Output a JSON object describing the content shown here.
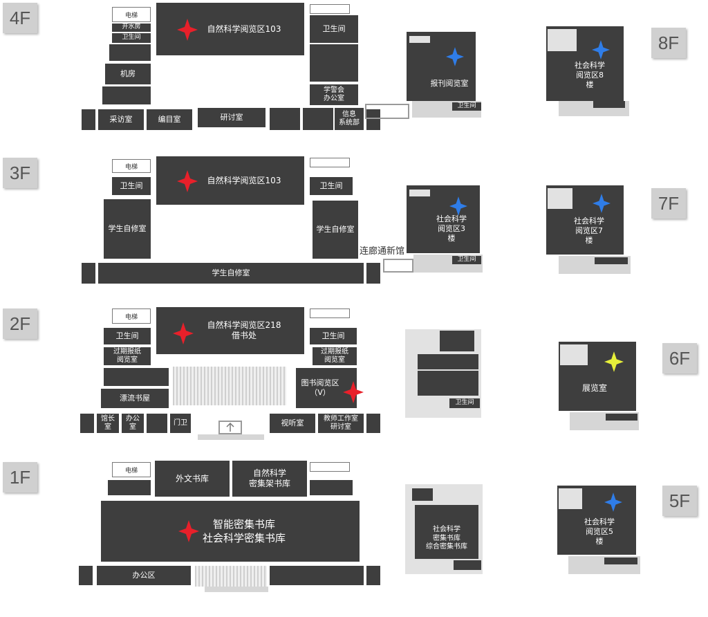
{
  "floors": {
    "f4": {
      "tag": "4F",
      "reading_room": "自然科学阅览区103",
      "stairs": "电梯",
      "fire": "开水房",
      "toilet_small": "卫生间",
      "toilet_right": "卫生间",
      "machine": "机房",
      "interview": "采访室",
      "catalog": "编目室",
      "seminar": "研讨室",
      "union": "学警会\n办公室",
      "info": "信息\n系统部"
    },
    "f3": {
      "tag": "3F",
      "reading_room": "自然科学阅览区103",
      "stairs": "电梯",
      "toilet_left": "卫生间",
      "toilet_right": "卫生间",
      "study_left": "学生自修室",
      "study_right": "学生自修室",
      "study_bottom": "学生自修室",
      "corridor": "连廊通新馆"
    },
    "f2": {
      "tag": "2F",
      "reading_room": "自然科学阅览区218\n借书处",
      "stairs": "电梯",
      "toilet_left": "卫生间",
      "toilet_right": "卫生间",
      "periodical_left": "过期报纸\n阅览室",
      "periodical_right": "过期报纸\n阅览室",
      "drift": "漂流书屋",
      "book_area": "图书阅览区\n（V）",
      "director": "馆长\n室",
      "office": "办公\n室",
      "guard": "门卫",
      "av": "视听室",
      "teacher": "教师工作室\n研讨室"
    },
    "f1": {
      "tag": "1F",
      "stairs": "电梯",
      "foreign": "外文书库",
      "natural_dense": "自然科学\n密集架书库",
      "main": "智能密集书库\n社会科学密集书库",
      "office": "办公区"
    }
  },
  "annex": {
    "f8": {
      "tag": "8F",
      "room": "社会科学\n阅览区8\n楼"
    },
    "f7": {
      "tag": "7F",
      "room": "社会科学\n阅览区7\n楼"
    },
    "f6": {
      "tag": "6F",
      "room": "展览室"
    },
    "f5": {
      "tag": "5F",
      "room": "社会科学\n阅览区5\n楼"
    },
    "b4": {
      "room": "报刊阅览室",
      "toilet": "卫生间"
    },
    "b3": {
      "room": "社会科学\n阅览区3\n楼",
      "toilet": "卫生间"
    },
    "b2": {
      "toilet": "卫生间"
    },
    "b1": {
      "room": "社会科学\n密集书库\n综合密集书库"
    }
  },
  "colors": {
    "room": "#3e3e3e",
    "red_star": "#e8202a",
    "blue_star": "#2f7de8",
    "yellow_star": "#e7f03a"
  },
  "icons": {
    "red": "red-star-icon",
    "blue": "blue-star-icon",
    "yellow": "yellow-star-icon"
  }
}
